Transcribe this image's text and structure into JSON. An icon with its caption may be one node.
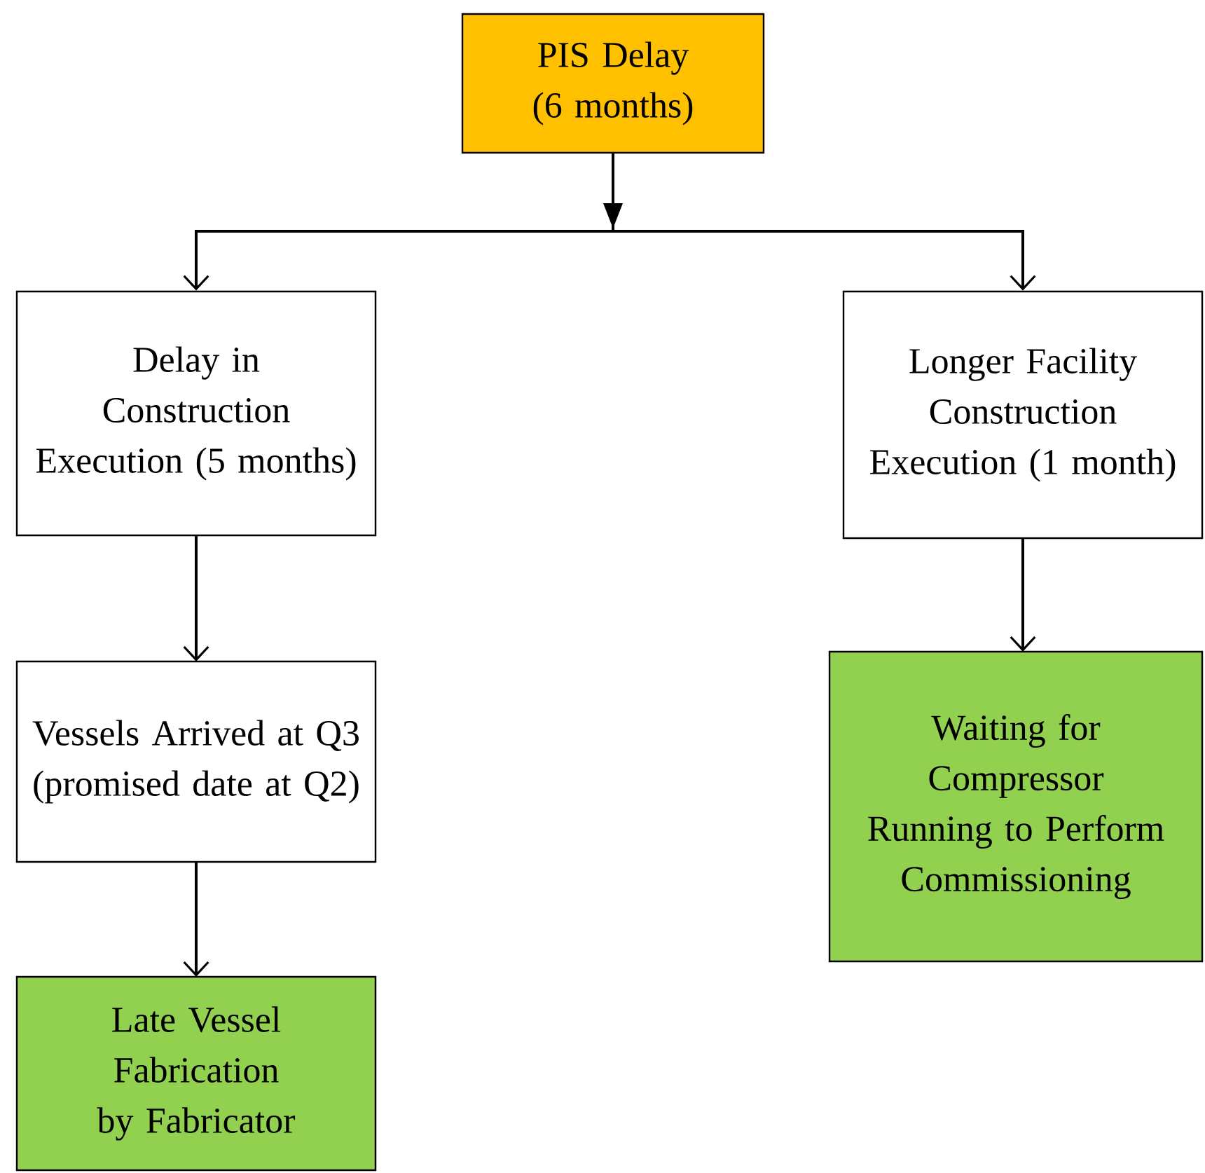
{
  "diagram": {
    "nodes": [
      {
        "text": [
          "PIS Delay (6 months)"
        ]
      },
      {
        "text": [
          "Delay in Construction Execution (5 months)"
        ]
      },
      {
        "text": [
          "Longer Facility Construction Execution (1 month)"
        ]
      },
      {
        "text": [
          "Vessels Arrived at Q3 (promised date at Q2)"
        ]
      },
      {
        "text": [
          "Waiting for Compressor Running to Perform Commissioning"
        ]
      },
      {
        "text": [
          "Late Vessel Fabrication by Fabricator"
        ]
      }
    ],
    "edges": [
      {
        "from": 0,
        "to": 1,
        "arrow": "to"
      },
      {
        "from": 0,
        "to": 2,
        "arrow": "to"
      },
      {
        "from": 1,
        "to": 3,
        "arrow": "to"
      },
      {
        "from": 2,
        "to": 4,
        "arrow": "to"
      },
      {
        "from": 3,
        "to": 5,
        "arrow": "to"
      }
    ]
  }
}
